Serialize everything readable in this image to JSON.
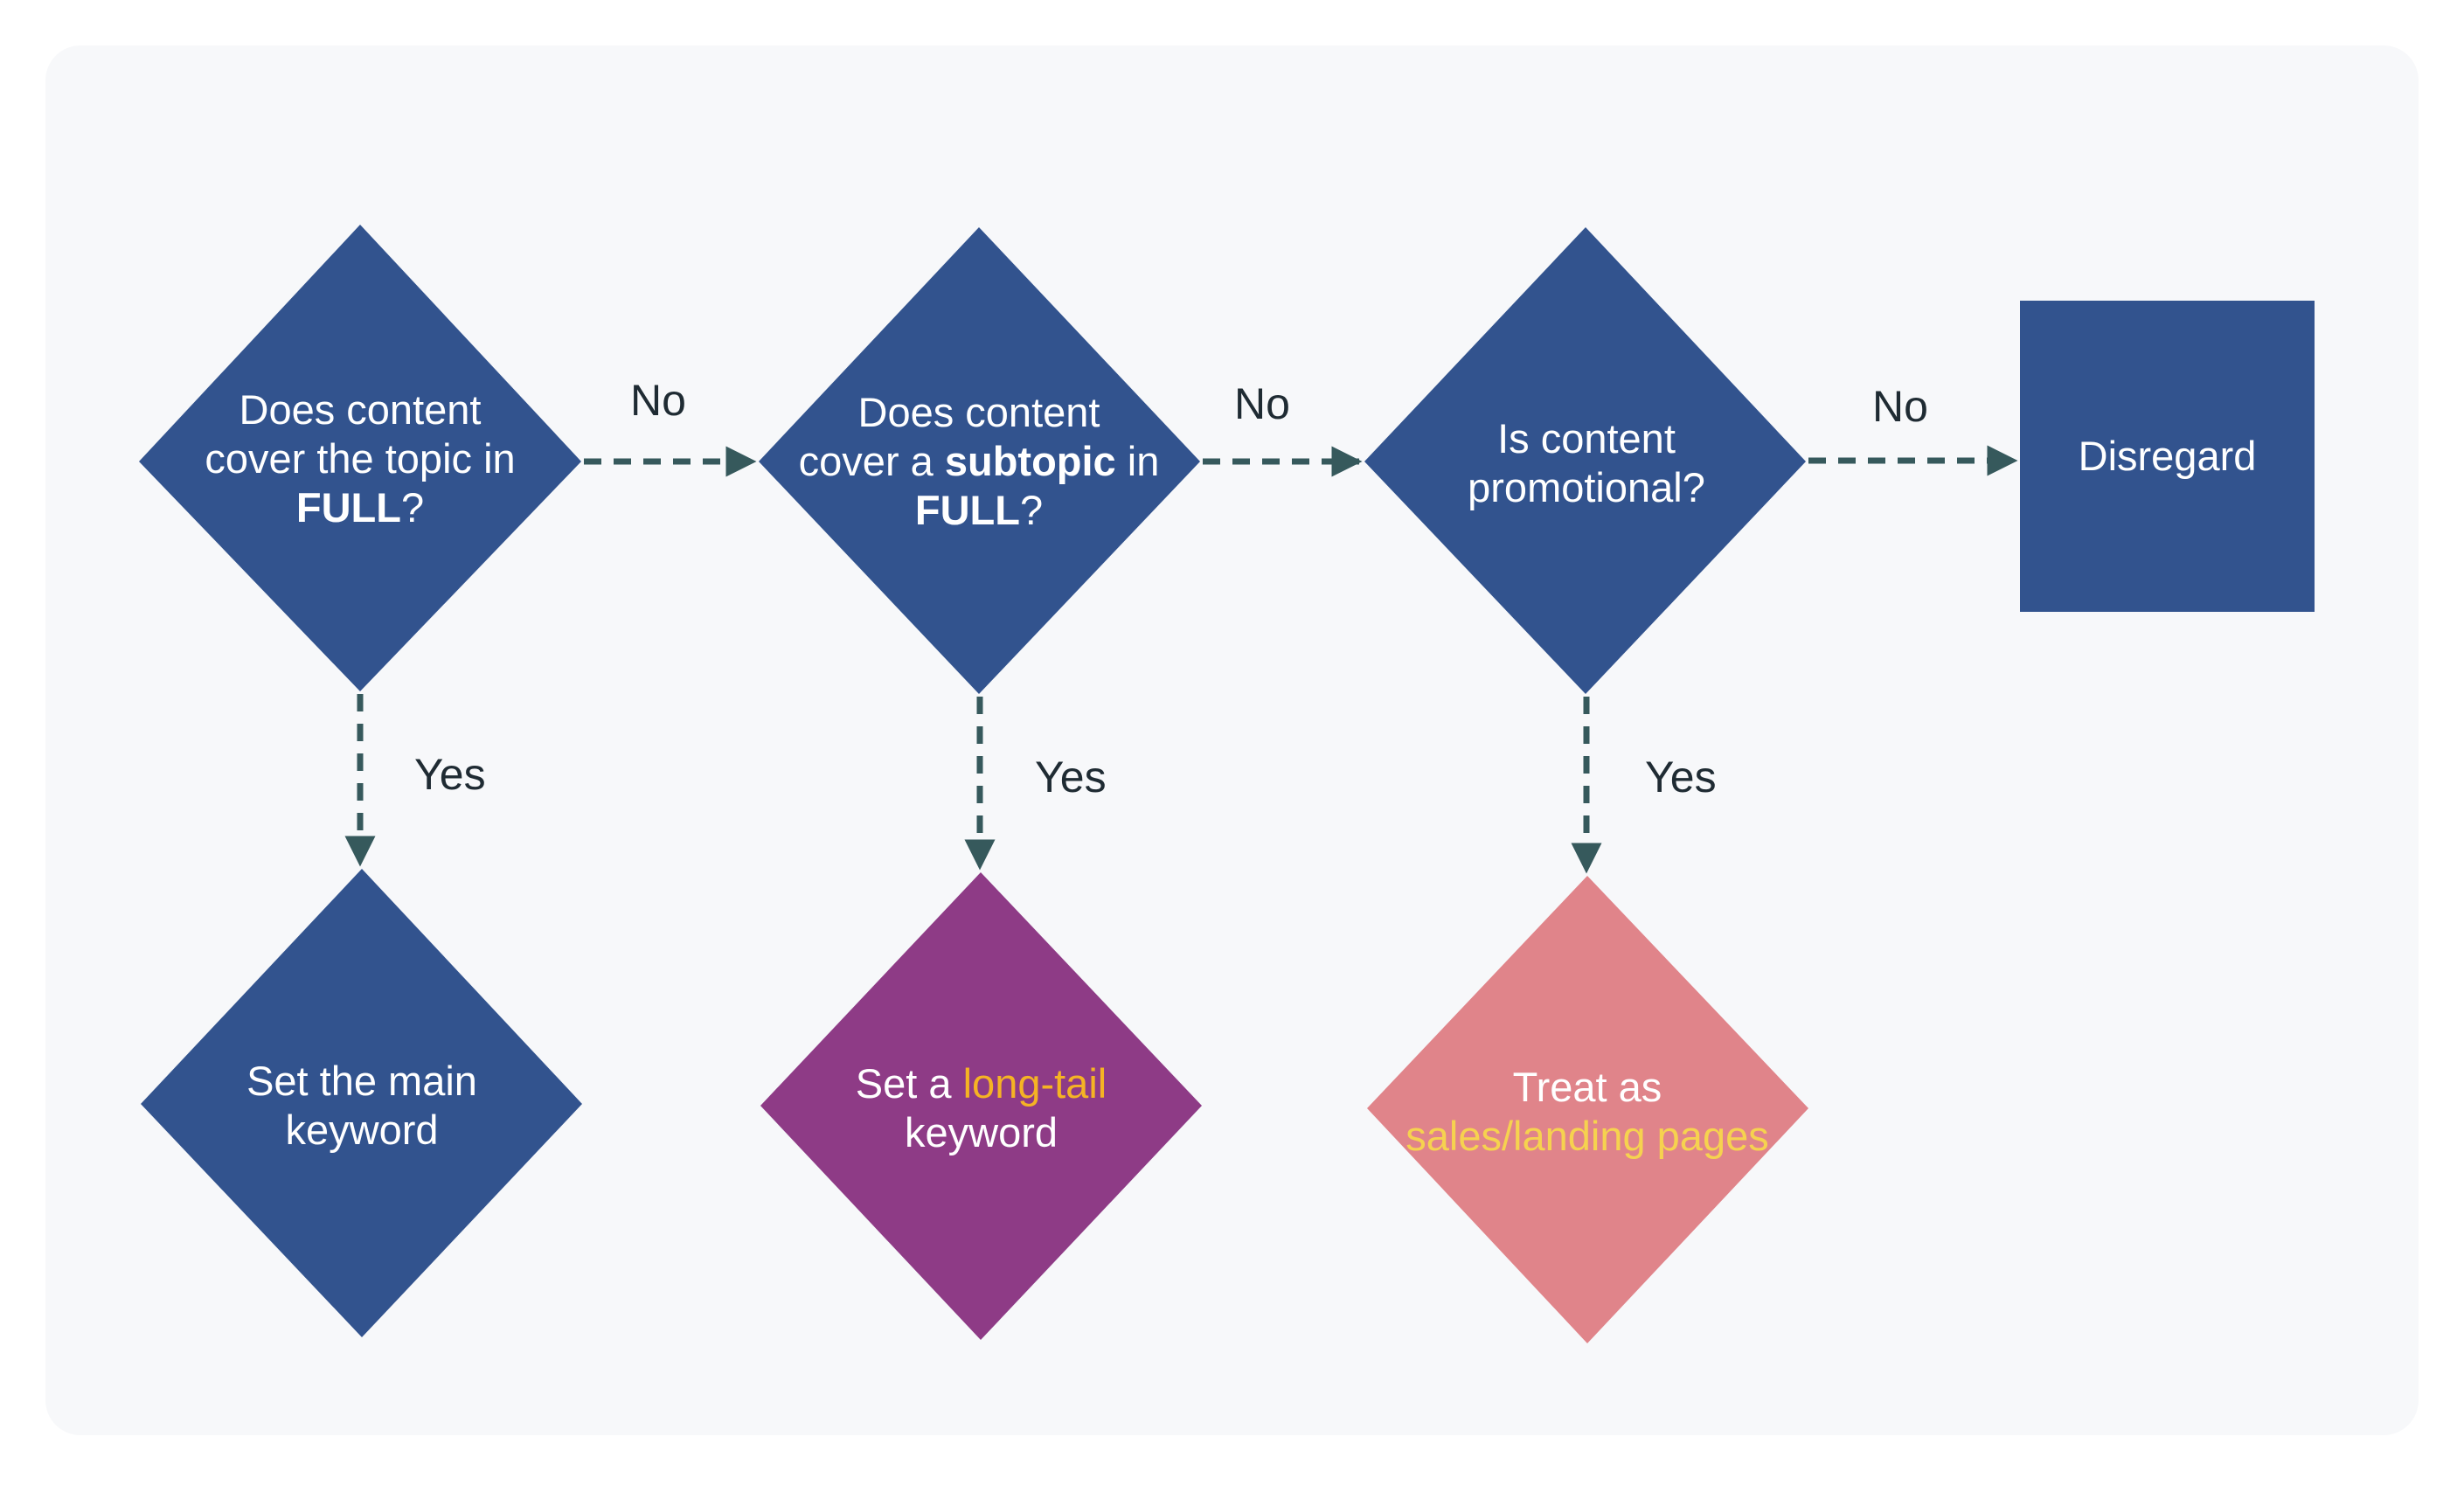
{
  "colors": {
    "outer_bg": "#ffffff",
    "panel_bg": "#f7f8fa",
    "decision": "#32538e",
    "long_tail": "#8e3b86",
    "sales": "#e0848a",
    "arrow": "#36595c",
    "label_text": "#1f2b33"
  },
  "nodes": {
    "q1": {
      "line1": "Does content",
      "line2": "cover the topic in",
      "line3_bold": "FULL",
      "line3_rest": "?"
    },
    "q2": {
      "line1": "Does content",
      "line2_pre": "cover a ",
      "line2_bold": "subtopic",
      "line2_post": " in",
      "line3_bold": "FULL",
      "line3_rest": "?"
    },
    "q3": {
      "line1": "Is content",
      "line2": "promotional?"
    },
    "disregard": {
      "label": "Disregard"
    },
    "main_keyword": {
      "line1": "Set the main",
      "line2": "keyword"
    },
    "long_tail": {
      "line1_pre": "Set a ",
      "line1_highlight": "long-tail",
      "line2": "keyword"
    },
    "sales": {
      "line1": "Treat as",
      "line2_highlight": "sales/landing pages"
    }
  },
  "edges": {
    "q1_no": "No",
    "q2_no": "No",
    "q3_no": "No",
    "q1_yes": "Yes",
    "q2_yes": "Yes",
    "q3_yes": "Yes"
  }
}
